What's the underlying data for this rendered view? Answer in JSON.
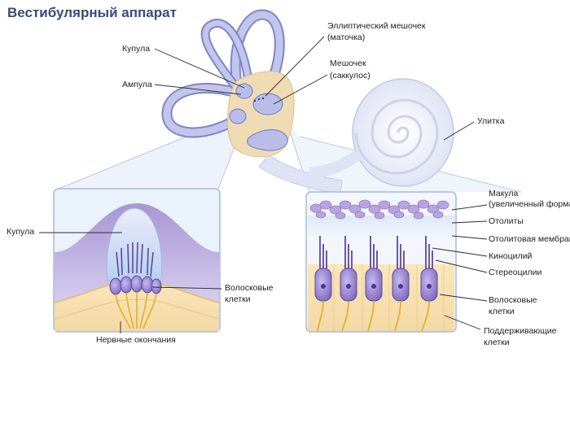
{
  "title": "Вестибулярный аппарат",
  "labels": {
    "cupula_top": "Купула",
    "ampulla": "Ампула",
    "utricle_line1": "Эллиптический мешочек",
    "utricle_line2": "(маточка)",
    "saccule_line1": "Мешочек",
    "saccule_line2": "(саккулос)",
    "cochlea": "Улитка",
    "cupula_left": "Купула",
    "hair_cells_left_line1": "Волосковые",
    "hair_cells_left_line2": "клетки",
    "nerve_endings": "Нервные окончания",
    "macula_line1": "Макула",
    "macula_line2": "(увеличенный формат)",
    "otoliths": "Отолиты",
    "otolith_membrane": "Отолитовая мембрана",
    "kinocilium": "Киноцилий",
    "stereocilia": "Стереоцилии",
    "hair_cells_right_line1": "Волосковые",
    "hair_cells_right_line2": "клетки",
    "supporting_line1": "Поддерживающие",
    "supporting_line2": "клетки"
  },
  "colors": {
    "title": "#3a4a7c",
    "canal": "#b9bde8",
    "canal_edge": "#7f86c8",
    "vestibule": "#efdcb4",
    "cell": "#8f7cc8",
    "nerve": "#e6b02a",
    "panel_border": "#a8b8dc"
  }
}
